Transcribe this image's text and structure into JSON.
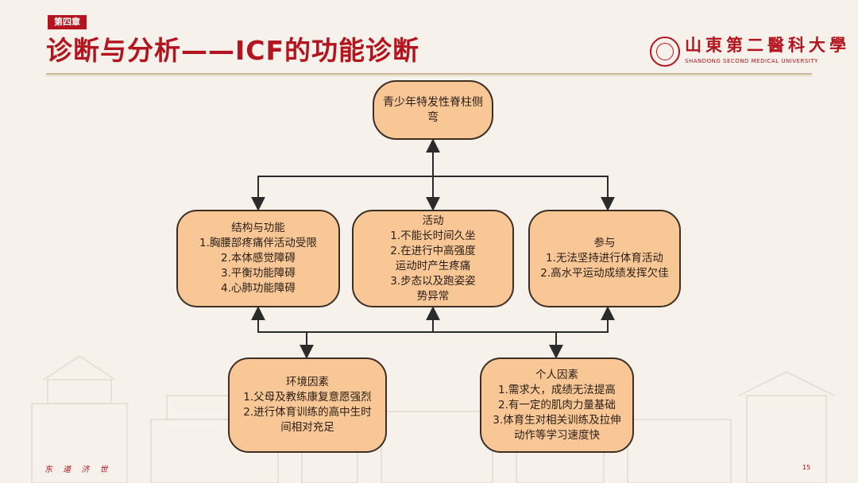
{
  "header": {
    "chapter_tag": "第四章",
    "title": "诊断与分析——ICF的功能诊断"
  },
  "logo": {
    "cn": "山東第二醫科大學",
    "en": "SHANDONG SECOND MEDICAL UNIVERSITY"
  },
  "diagram": {
    "top": "青少年特发性脊柱侧弯",
    "structure": {
      "title": "结构与功能",
      "items": [
        "1.胸腰部疼痛伴活动受限",
        "2.本体感觉障碍",
        "3.平衡功能障碍",
        "4.心肺功能障碍"
      ]
    },
    "activity": {
      "title": "活动",
      "items": [
        "1.不能长时间久坐",
        "2.在进行中高强度",
        "运动时产生疼痛",
        "3.步态以及跑姿姿",
        "势异常"
      ]
    },
    "participation": {
      "title": "参与",
      "items": [
        "1.无法坚持进行体育活动",
        "2.高水平运动成绩发挥欠佳"
      ]
    },
    "environment": {
      "title": "环境因素",
      "items": [
        "1.父母及教练康复意愿强烈",
        "2.进行体育训练的高中生时",
        "间相对充足"
      ]
    },
    "personal": {
      "title": "个人因素",
      "items": [
        "1.需求大，成绩无法提高",
        "2.有一定的肌肉力量基础",
        "3.体育生对相关训练及拉伸",
        "动作等学习速度快"
      ]
    }
  },
  "footer": {
    "motto": "东 道 济 世",
    "page": "15"
  },
  "colors": {
    "brand_red": "#b3141d",
    "node_fill": "#f9c796",
    "node_border": "#3b2f25",
    "background": "#f6f1ea"
  }
}
